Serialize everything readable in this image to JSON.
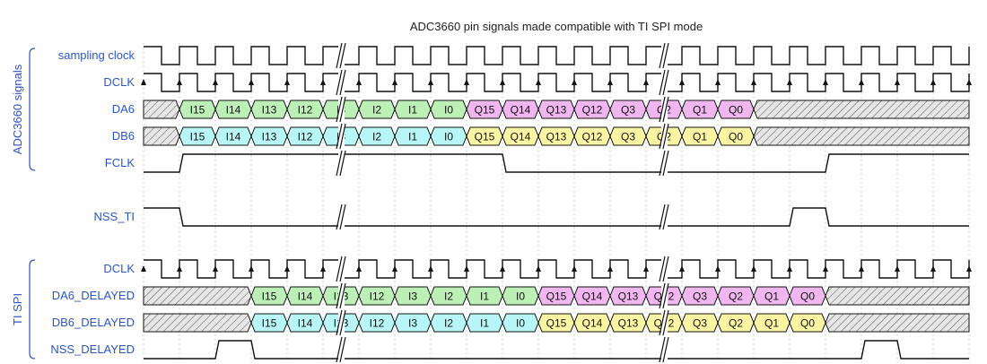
{
  "title": "ADC3660 pin signals made compatible with TI SPI mode",
  "groups": [
    {
      "label": "ADC3660 signals"
    },
    {
      "label": "TI SPI"
    }
  ],
  "signals": [
    {
      "key": "sampling_clock",
      "label": "sampling clock"
    },
    {
      "key": "dclk1",
      "label": "DCLK"
    },
    {
      "key": "da6",
      "label": "DA6",
      "lanes": [
        "I15",
        "I14",
        "I13",
        "I12",
        "I3",
        "I2",
        "I1",
        "I0",
        "Q15",
        "Q14",
        "Q13",
        "Q12",
        "Q3",
        "Q2",
        "Q1",
        "Q0"
      ],
      "colors": [
        "#bdf0b7",
        "#f0b6f0"
      ]
    },
    {
      "key": "db6",
      "label": "DB6",
      "lanes": [
        "I15",
        "I14",
        "I13",
        "I12",
        "I3",
        "I2",
        "I1",
        "I0",
        "Q15",
        "Q14",
        "Q13",
        "Q12",
        "Q3",
        "Q2",
        "Q1",
        "Q0"
      ],
      "colors": [
        "#b7f5f7",
        "#fbf5a3"
      ]
    },
    {
      "key": "fclk",
      "label": "FCLK"
    },
    {
      "key": "nss_ti",
      "label": "NSS_TI"
    },
    {
      "key": "dclk2",
      "label": "DCLK"
    },
    {
      "key": "da6_delayed",
      "label": "DA6_DELAYED",
      "lanes": [
        "I15",
        "I14",
        "I13",
        "I12",
        "I3",
        "I2",
        "I1",
        "I0",
        "Q15",
        "Q14",
        "Q13",
        "Q12",
        "Q3",
        "Q2",
        "Q1",
        "Q0"
      ],
      "colors": [
        "#bdf0b7",
        "#f0b6f0"
      ]
    },
    {
      "key": "db6_delayed",
      "label": "DB6_DELAYED",
      "lanes": [
        "I15",
        "I14",
        "I13",
        "I12",
        "I3",
        "I2",
        "I1",
        "I0",
        "Q15",
        "Q14",
        "Q13",
        "Q12",
        "Q3",
        "Q2",
        "Q1",
        "Q0"
      ],
      "colors": [
        "#b7f5f7",
        "#fbf5a3"
      ]
    },
    {
      "key": "nss_delayed",
      "label": "NSS_DELAYED"
    }
  ],
  "colors": {
    "label_blue": "#2a55c8",
    "line": "#111111",
    "grid": "#cccccc",
    "hatch_bg": "#e6e6e6"
  }
}
